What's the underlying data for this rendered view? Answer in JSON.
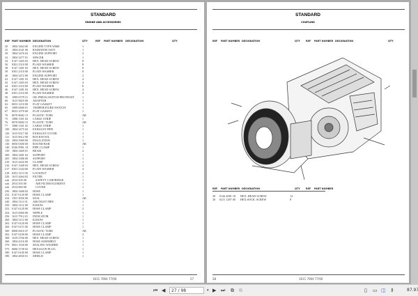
{
  "left_page": {
    "title": "STANDARD",
    "subtitle": "ENGINE AND ACCESSORIES",
    "headers": [
      "REF",
      "PART NUMBER",
      "DESIGNATION",
      "QTY",
      "REF",
      "PART NUMBER",
      "DESIGNATION",
      "QTY"
    ],
    "rows": [
      [
        "20",
        "1804 3464 00",
        "ENGINE TYPE W06E",
        "1"
      ],
      [
        "25",
        "1804 4341 00",
        "RADIATOR ASSY",
        "1"
      ],
      [
        "30",
        "1804 3476 02",
        "ENGINE SUPPORT",
        "2"
      ],
      [
        "32",
        "1804 3477 01",
        "SPACER",
        "1"
      ],
      [
        "34",
        "0147 1465 03",
        "HEX. HEAD SCREW",
        "8"
      ],
      [
        "36",
        "0301 2310 00",
        "PLAIN WASHER",
        "8"
      ],
      [
        "38",
        "0147 1481 03",
        "HEX. HEAD SCREW",
        "8"
      ],
      [
        "39",
        "0301 2310 00",
        "PLAIN WASHER",
        "8"
      ],
      [
        "40",
        "1804 3472 00",
        "ENGINE SUPPORT",
        "2"
      ],
      [
        "42",
        "0147 1481 03",
        "HEX. HEAD SCREW",
        "4"
      ],
      [
        "43",
        "0147 1483 03",
        "HEX. HEAD SCREW",
        "4"
      ],
      [
        "44",
        "0301 2310 00",
        "PLAIN WASHER",
        "8"
      ],
      [
        "46",
        "0147 1481 03",
        "HEX. HEAD SCREW",
        "4"
      ],
      [
        "48",
        "0301 2310 00",
        "PLAIN WASHER",
        "4"
      ],
      [
        "50",
        "1089 0379 21",
        "OIL PRESS.SWITCH-PROTEOST",
        "1"
      ],
      [
        "60",
        "1615 9825 00",
        "ADAPTER",
        "1"
      ],
      [
        "62",
        "0653 1210 00",
        "FLAT GASKET",
        "1"
      ],
      [
        "65",
        "1089 0680 01",
        "TEMPERATURE SWITCH",
        "1"
      ],
      [
        "67",
        "0653 1070 00",
        "FLAT GASKET",
        "1"
      ],
      [
        "70",
        "0070 8682 15",
        "PLASTIC TUBE",
        "AR"
      ],
      [
        "75",
        "1088 1301 02",
        "CABLE STRIP",
        "1"
      ],
      [
        "76",
        "0070 8682 15",
        "PLASTIC TUBE",
        "AR"
      ],
      [
        "77",
        "1088 1301 02",
        "CABLE STRIP",
        "1"
      ],
      [
        "100",
        "1804 3475 02",
        "EXHAUST PIPE",
        "1"
      ],
      [
        "120",
        "1615 8317 00",
        "EXHAUST COVER",
        "1"
      ],
      [
        "121",
        "1615 8612 00",
        "ROCKWOOL",
        "1"
      ],
      [
        "126",
        "1804 3969 00",
        "INSULATION",
        "1"
      ],
      [
        "130",
        "0050 0300 00",
        "ROUND BAR",
        "AR"
      ],
      [
        "140",
        "0346 9981 18",
        "PIPE CLAMP",
        "1"
      ],
      [
        "150",
        "1804 3469 01",
        "BEAM",
        "2"
      ],
      [
        "200",
        "1804 3481 02",
        "SUPPORT",
        "1"
      ],
      [
        "205",
        "1804 3386 00",
        "SUPPORT",
        "1"
      ],
      [
        "210",
        "1615 4442 00",
        "CLAMP",
        "1"
      ],
      [
        "216",
        "0147 1368 03",
        "HEX. HEAD SCREW",
        "2"
      ],
      [
        "217",
        "0301 2344 00",
        "PLAIN WASHER",
        "4"
      ],
      [
        "218",
        "0291 3111 00",
        "LOCKNUT",
        "2"
      ],
      [
        "220",
        "1615 4464 02",
        "FILTER",
        "1"
      ],
      [
        "sub",
        "2914 505 00",
        "SAFETY CARTRIDGE",
        "1"
      ],
      [
        "sub",
        "2914 503 00",
        "AIR FILTER ELEMENT",
        "1"
      ],
      [
        "sub",
        "2914 860 00",
        "COVER",
        "1"
      ],
      [
        "230",
        "1804 3468 02",
        "HOSE",
        "1"
      ],
      [
        "232",
        "0147 6120 00",
        "HOSE CLAMP",
        "1"
      ],
      [
        "234",
        "1501 3056 00",
        "SEAL",
        "AR"
      ],
      [
        "240",
        "1804 3111 01",
        "AIR INLET PIPE",
        "1"
      ],
      [
        "250",
        "1804 3112 00",
        "ELBOW",
        "1"
      ],
      [
        "252",
        "0147 6120 00",
        "HOSE CLAMP",
        "2"
      ],
      [
        "254",
        "1615 6960 00",
        "NIPPLE",
        "1"
      ],
      [
        "256",
        "1615 7912 01",
        "INDICATOR",
        "1"
      ],
      [
        "260",
        "1804 3113 00",
        "ELBOW",
        "1"
      ],
      [
        "262",
        "0147 6120 00",
        "HOSE CLAMP",
        "1"
      ],
      [
        "266",
        "0147 6115 00",
        "HOSE CLAMP",
        "1"
      ],
      [
        "300",
        "0000 0610 47",
        "PLASTIC TUBE",
        "AR"
      ],
      [
        "302",
        "0147 6100 00",
        "HOSE CLAMP",
        "2"
      ],
      [
        "308",
        "1619 2766 00",
        "HEX. HEAD SCREW",
        "1"
      ],
      [
        "360",
        "1804 4316 00",
        "HOSE ASSEMBLY",
        "1"
      ],
      [
        "370",
        "0601 1630 00",
        "SEALING WASHER",
        "1"
      ],
      [
        "375",
        "0686 3738 02",
        "HEXAGON PLUG",
        "1"
      ],
      [
        "380",
        "0147 6100 00",
        "HOSE CLAMP",
        "1"
      ],
      [
        "390",
        "1804 4830 01",
        "SHIELD",
        "1"
      ]
    ],
    "footer_code": "1611 7064 77/00",
    "page_number": "27"
  },
  "right_page": {
    "title": "STANDARD",
    "subtitle": "COUPLING",
    "headers": [
      "REF",
      "PART NUMBER",
      "DESIGNATION",
      "QTY"
    ],
    "rows": [
      [
        "20",
        "0144 4081 18",
        "HEX. HEAD SCREW",
        "12"
      ],
      [
        "30",
        "0211 1287 00",
        "HEX.SOCK. SCREW",
        "8"
      ]
    ],
    "footer_code": "1611 7064 77/00",
    "page_number": "28"
  },
  "toolbar": {
    "page_indicator": "27 / 98",
    "zoom": "87.97"
  }
}
